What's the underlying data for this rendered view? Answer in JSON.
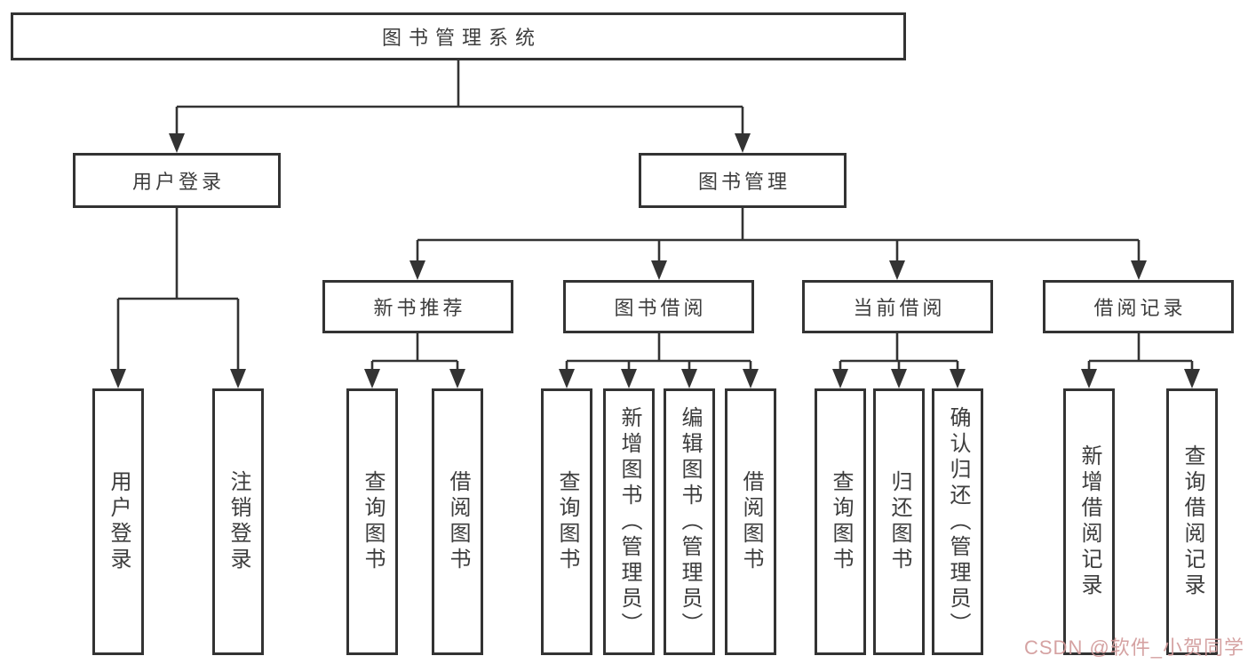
{
  "diagram": {
    "title": "图书管理系统",
    "tree": {
      "label": "图书管理系统",
      "children": [
        {
          "label": "用户登录",
          "children": [
            {
              "label": "用户登录"
            },
            {
              "label": "注销登录"
            }
          ]
        },
        {
          "label": "图书管理",
          "children": [
            {
              "label": "新书推荐",
              "children": [
                {
                  "label": "查询图书"
                },
                {
                  "label": "借阅图书"
                }
              ]
            },
            {
              "label": "图书借阅",
              "children": [
                {
                  "label": "查询图书"
                },
                {
                  "label": "新增图书（管理员）"
                },
                {
                  "label": "编辑图书（管理员）"
                },
                {
                  "label": "借阅图书"
                }
              ]
            },
            {
              "label": "当前借阅",
              "children": [
                {
                  "label": "查询图书"
                },
                {
                  "label": "归还图书"
                },
                {
                  "label": "确认归还（管理员）"
                }
              ]
            },
            {
              "label": "借阅记录",
              "children": [
                {
                  "label": "新增借阅记录"
                },
                {
                  "label": "查询借阅记录"
                }
              ]
            }
          ]
        }
      ]
    },
    "colors": {
      "background": "#ffffff",
      "box_border": "#333333",
      "connector_line": "#333333",
      "text": "#3d3d3d",
      "watermark": "#d29b9b"
    }
  },
  "watermark": {
    "text": "CSDN @软件_小贺同学"
  }
}
